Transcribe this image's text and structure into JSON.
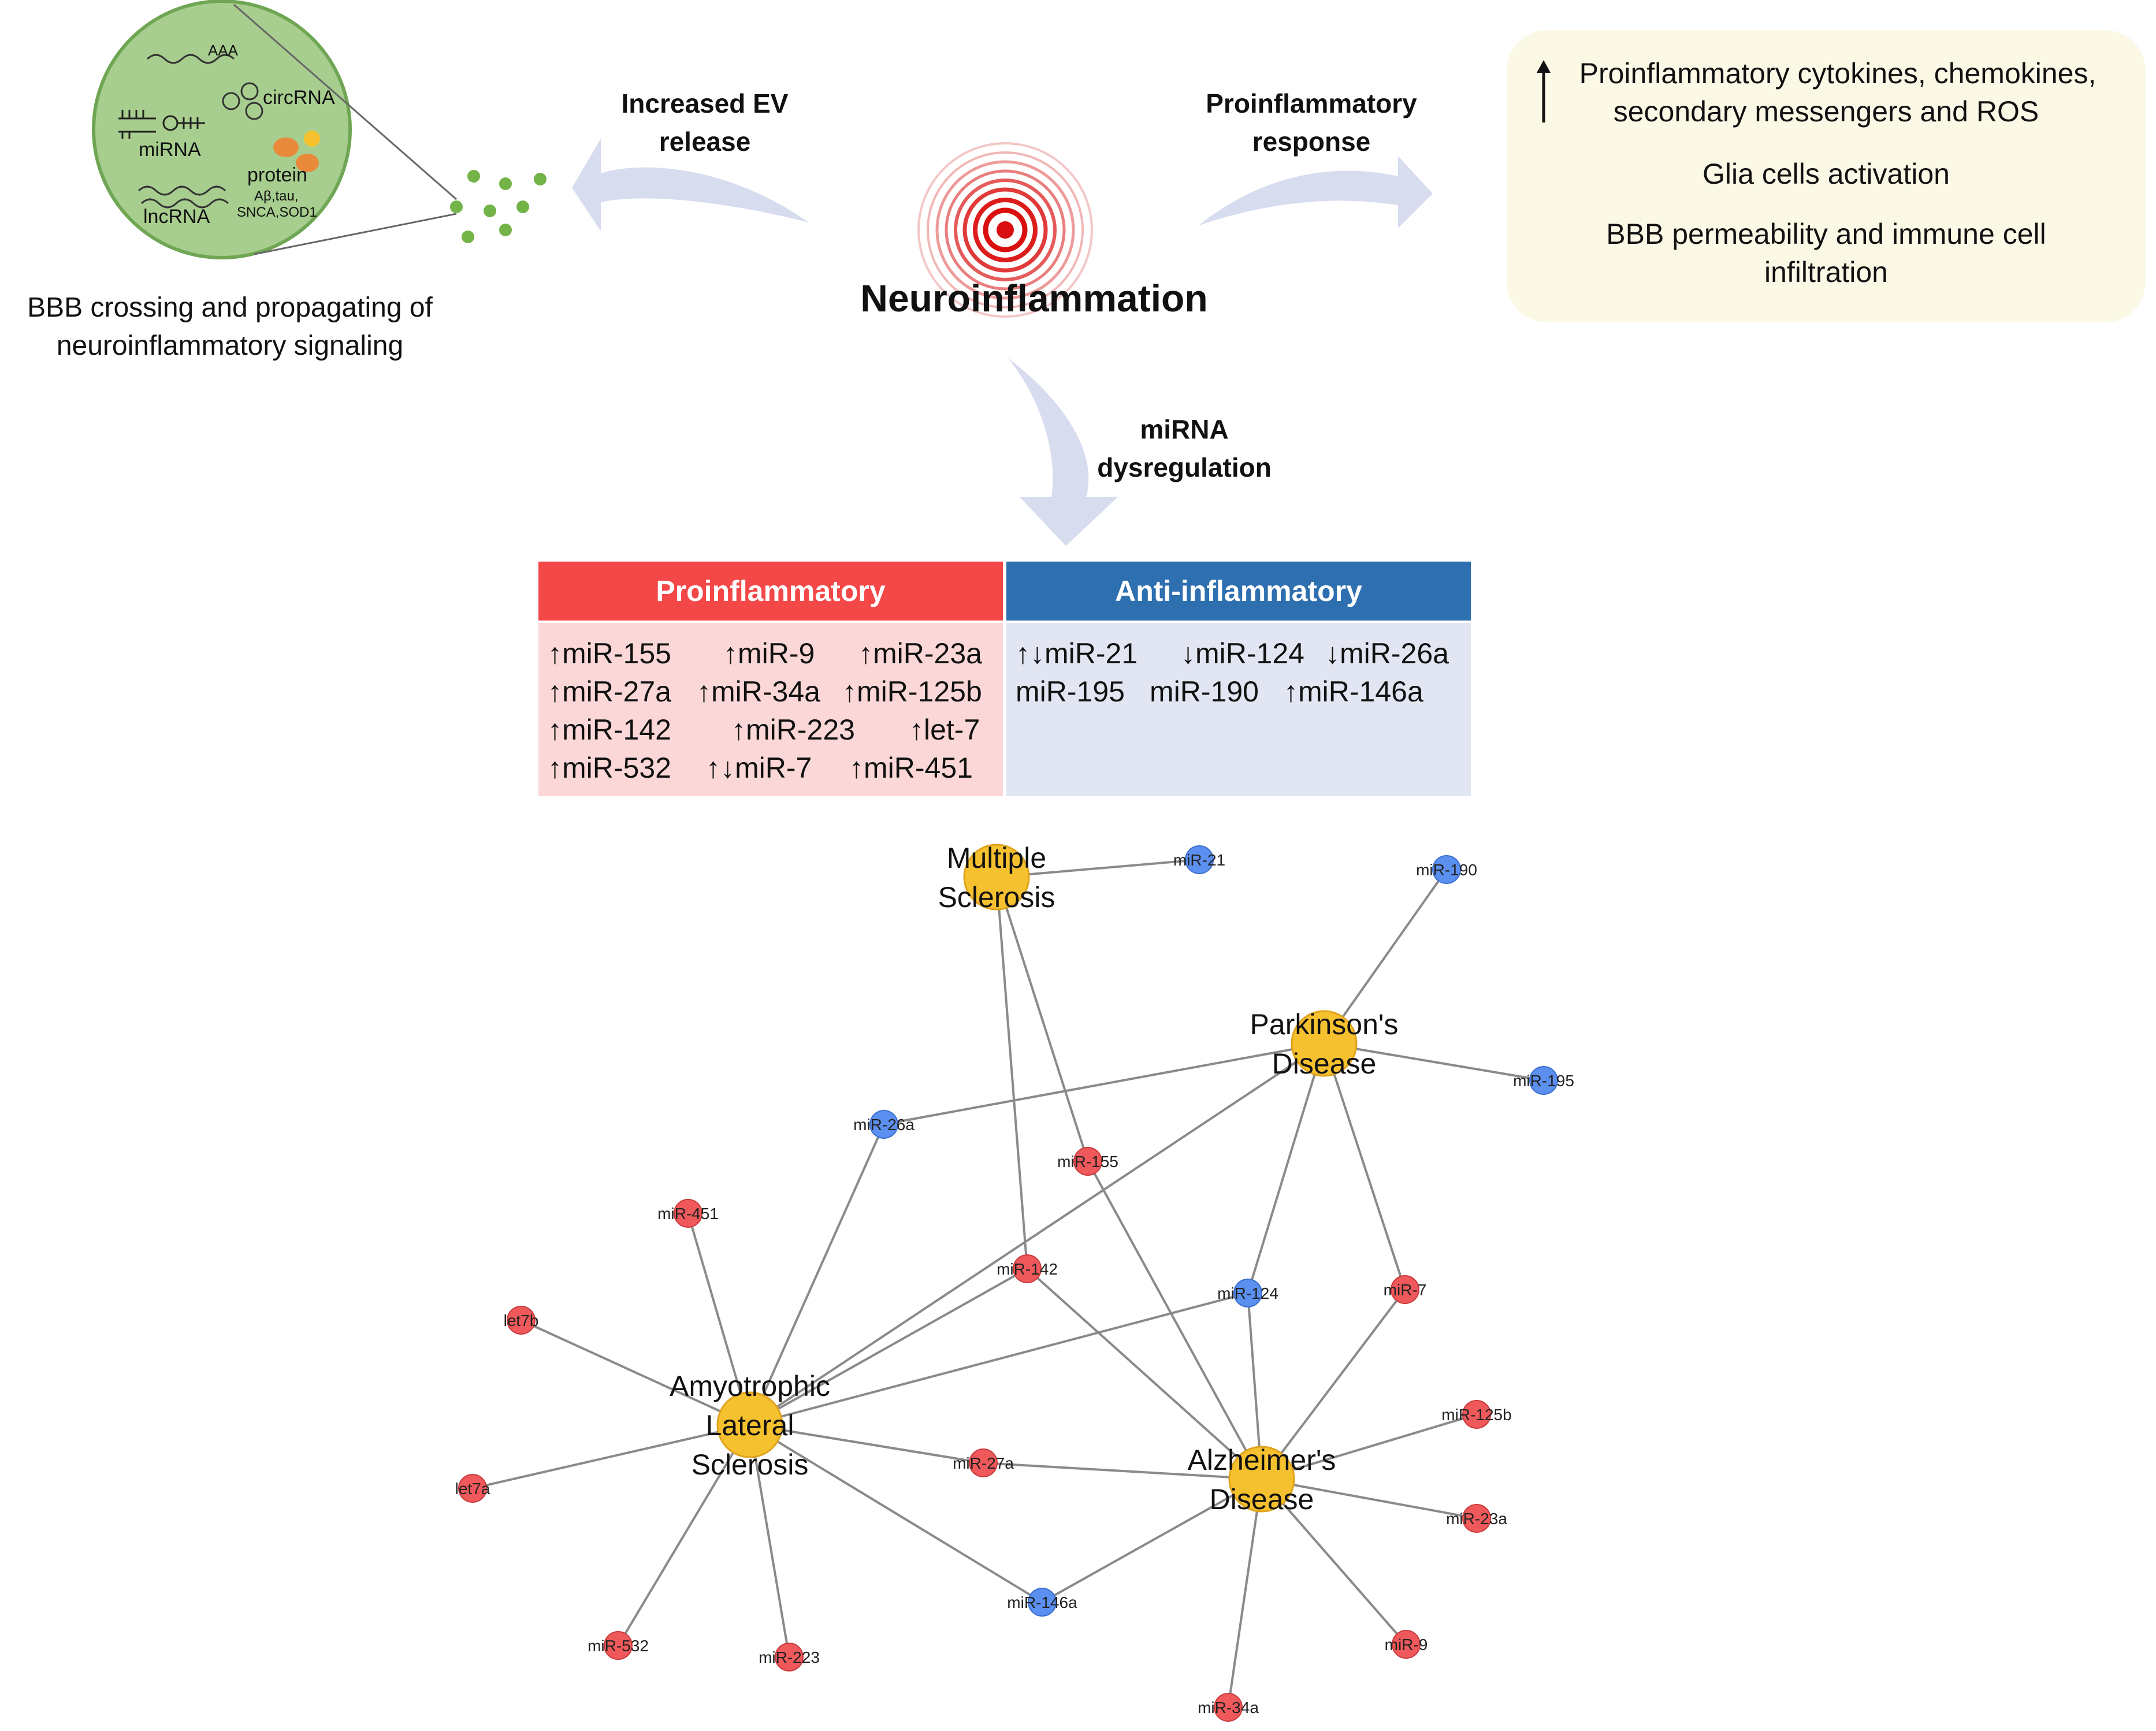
{
  "top": {
    "title": "Neuroinflammation",
    "ev_label": [
      "Increased EV",
      "release"
    ],
    "pro_response_label": [
      "Proinflammatory",
      "response"
    ],
    "mirna_label": [
      "miRNA",
      "dysregulation"
    ],
    "ev_caption": [
      "BBB crossing and propagating of",
      "neuroinflammatory signaling"
    ],
    "ev_contents": {
      "aaa": "AAA",
      "circrna": "circRNA",
      "mirna": "miRNA",
      "protein": "protein",
      "protein_list": [
        "Aβ,tau,",
        "SNCA,SOD1"
      ],
      "lncrna": "lncRNA"
    },
    "response_panel": {
      "line1": [
        "Proinflammatory cytokines, chemokines,",
        "secondary messengers and ROS"
      ],
      "line2": "Glia cells activation",
      "line3": [
        "BBB permeability and immune cell",
        "infiltration"
      ]
    }
  },
  "table": {
    "pro_header": "Proinflammatory",
    "anti_header": "Anti-inflammatory",
    "pro_rows": [
      [
        "↑miR-155",
        "↑miR-9",
        "↑miR-23a"
      ],
      [
        "↑miR-27a",
        "↑miR-34a",
        "↑miR-125b"
      ],
      [
        "↑miR-142",
        "↑miR-223",
        "↑let-7"
      ],
      [
        "↑miR-532",
        "↑↓miR-7",
        "↑miR-451"
      ]
    ],
    "anti_rows": [
      [
        "↑↓miR-21",
        "↓miR-124",
        "↓miR-26a"
      ],
      [
        "miR-195",
        "miR-190",
        "↑miR-146a"
      ]
    ]
  },
  "network": {
    "colors": {
      "disease": "#f6c12f",
      "pro": "#f0595b",
      "anti": "#5b8ff0",
      "edge": "#8a8a8a"
    },
    "diseases": [
      {
        "id": "ms",
        "lines": [
          "Multiple",
          "Sclerosis"
        ]
      },
      {
        "id": "pd",
        "lines": [
          "Parkinson's",
          "Disease"
        ]
      },
      {
        "id": "als",
        "lines": [
          "Amyotrophic",
          "Lateral",
          "Sclerosis"
        ]
      },
      {
        "id": "ad",
        "lines": [
          "Alzheimer's",
          "Disease"
        ]
      }
    ],
    "mirnas": [
      {
        "id": "miR-21",
        "type": "anti"
      },
      {
        "id": "miR-190",
        "type": "anti"
      },
      {
        "id": "miR-195",
        "type": "anti"
      },
      {
        "id": "miR-26a",
        "type": "anti"
      },
      {
        "id": "miR-155",
        "type": "pro"
      },
      {
        "id": "miR-451",
        "type": "pro"
      },
      {
        "id": "miR-142",
        "type": "pro"
      },
      {
        "id": "miR-124",
        "type": "anti"
      },
      {
        "id": "miR-7",
        "type": "pro"
      },
      {
        "id": "let7b",
        "type": "pro"
      },
      {
        "id": "miR-125b",
        "type": "pro"
      },
      {
        "id": "let7a",
        "type": "pro"
      },
      {
        "id": "miR-27a",
        "type": "pro"
      },
      {
        "id": "miR-23a",
        "type": "pro"
      },
      {
        "id": "miR-146a",
        "type": "anti"
      },
      {
        "id": "miR-9",
        "type": "pro"
      },
      {
        "id": "miR-532",
        "type": "pro"
      },
      {
        "id": "miR-223",
        "type": "pro"
      },
      {
        "id": "miR-34a",
        "type": "pro"
      }
    ],
    "edges": [
      [
        "ms",
        "miR-21"
      ],
      [
        "ms",
        "miR-155"
      ],
      [
        "ms",
        "miR-142"
      ],
      [
        "pd",
        "miR-190"
      ],
      [
        "pd",
        "miR-195"
      ],
      [
        "pd",
        "miR-26a"
      ],
      [
        "pd",
        "miR-124"
      ],
      [
        "pd",
        "miR-7"
      ],
      [
        "pd",
        "als"
      ],
      [
        "als",
        "miR-26a"
      ],
      [
        "als",
        "miR-451"
      ],
      [
        "als",
        "let7b"
      ],
      [
        "als",
        "let7a"
      ],
      [
        "als",
        "miR-142"
      ],
      [
        "als",
        "miR-124"
      ],
      [
        "als",
        "miR-27a"
      ],
      [
        "als",
        "miR-146a"
      ],
      [
        "als",
        "miR-532"
      ],
      [
        "als",
        "miR-223"
      ],
      [
        "ad",
        "miR-155"
      ],
      [
        "ad",
        "miR-142"
      ],
      [
        "ad",
        "miR-124"
      ],
      [
        "ad",
        "miR-7"
      ],
      [
        "ad",
        "miR-27a"
      ],
      [
        "ad",
        "miR-146a"
      ],
      [
        "ad",
        "miR-125b"
      ],
      [
        "ad",
        "miR-23a"
      ],
      [
        "ad",
        "miR-9"
      ],
      [
        "ad",
        "miR-34a"
      ]
    ]
  }
}
